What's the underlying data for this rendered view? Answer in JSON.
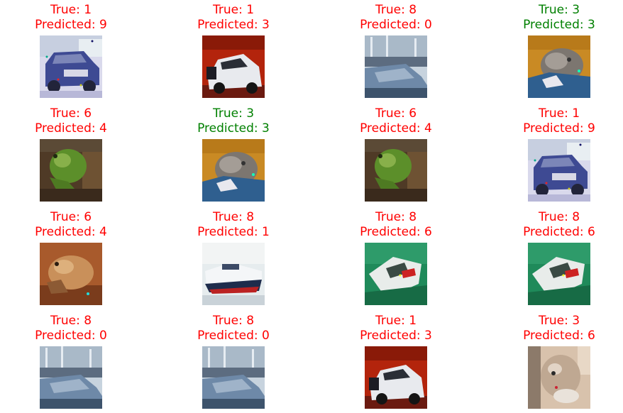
{
  "colors": {
    "correct": "#008000",
    "incorrect": "#ff0000"
  },
  "panels": [
    {
      "true_text": "True: 1",
      "pred_text": "Predicted: 9",
      "correct": false,
      "image": "car-blue-suv"
    },
    {
      "true_text": "True: 1",
      "pred_text": "Predicted: 3",
      "correct": false,
      "image": "car-white-red"
    },
    {
      "true_text": "True: 8",
      "pred_text": "Predicted: 0",
      "correct": false,
      "image": "ship-harbor"
    },
    {
      "true_text": "True: 3",
      "pred_text": "Predicted: 3",
      "correct": true,
      "image": "cat-orange"
    },
    {
      "true_text": "True: 6",
      "pred_text": "Predicted: 4",
      "correct": false,
      "image": "frog-green"
    },
    {
      "true_text": "True: 3",
      "pred_text": "Predicted: 3",
      "correct": true,
      "image": "cat-orange"
    },
    {
      "true_text": "True: 6",
      "pred_text": "Predicted: 4",
      "correct": false,
      "image": "frog-green"
    },
    {
      "true_text": "True: 1",
      "pred_text": "Predicted: 9",
      "correct": false,
      "image": "car-blue-suv"
    },
    {
      "true_text": "True: 6",
      "pred_text": "Predicted: 4",
      "correct": false,
      "image": "frog-brown"
    },
    {
      "true_text": "True: 8",
      "pred_text": "Predicted: 1",
      "correct": false,
      "image": "ship-white"
    },
    {
      "true_text": "True: 8",
      "pred_text": "Predicted: 6",
      "correct": false,
      "image": "ship-green-sea"
    },
    {
      "true_text": "True: 8",
      "pred_text": "Predicted: 6",
      "correct": false,
      "image": "ship-green-sea"
    },
    {
      "true_text": "True: 8",
      "pred_text": "Predicted: 0",
      "correct": false,
      "image": "ship-harbor"
    },
    {
      "true_text": "True: 8",
      "pred_text": "Predicted: 0",
      "correct": false,
      "image": "ship-harbor"
    },
    {
      "true_text": "True: 1",
      "pred_text": "Predicted: 3",
      "correct": false,
      "image": "car-white-red"
    },
    {
      "true_text": "True: 3",
      "pred_text": "Predicted: 6",
      "correct": false,
      "image": "cat-tan"
    }
  ]
}
